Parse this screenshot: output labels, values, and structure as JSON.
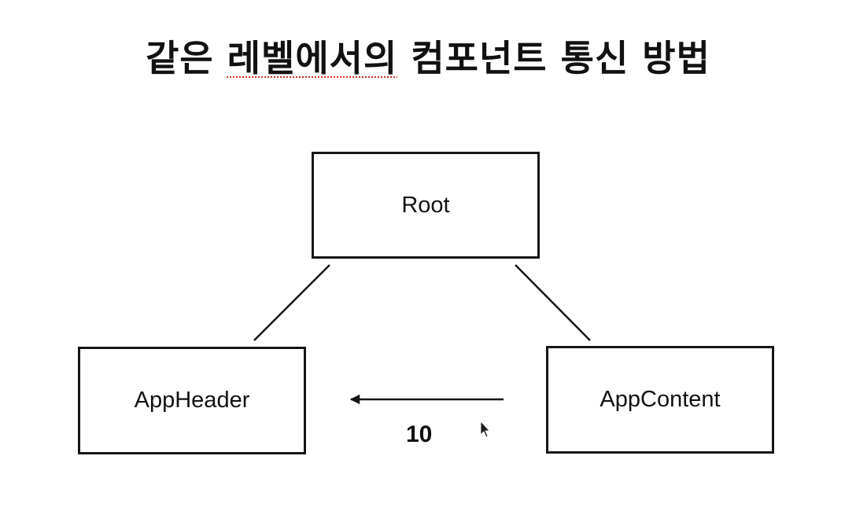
{
  "slide": {
    "title_part1": "같은 ",
    "title_spell": "레벨에서의",
    "title_part2": " 컴포넌트 통신 방법"
  },
  "diagram": {
    "nodes": {
      "root": "Root",
      "header": "AppHeader",
      "content": "AppContent"
    },
    "edges": [
      {
        "from": "root",
        "to": "header",
        "kind": "line"
      },
      {
        "from": "root",
        "to": "content",
        "kind": "line"
      },
      {
        "from": "content",
        "to": "header",
        "kind": "arrow",
        "label": "10"
      }
    ]
  },
  "colors": {
    "stroke": "#161616",
    "spellcheck_underline": "#d62b2b"
  },
  "icons": [
    "mouse-cursor-icon"
  ]
}
